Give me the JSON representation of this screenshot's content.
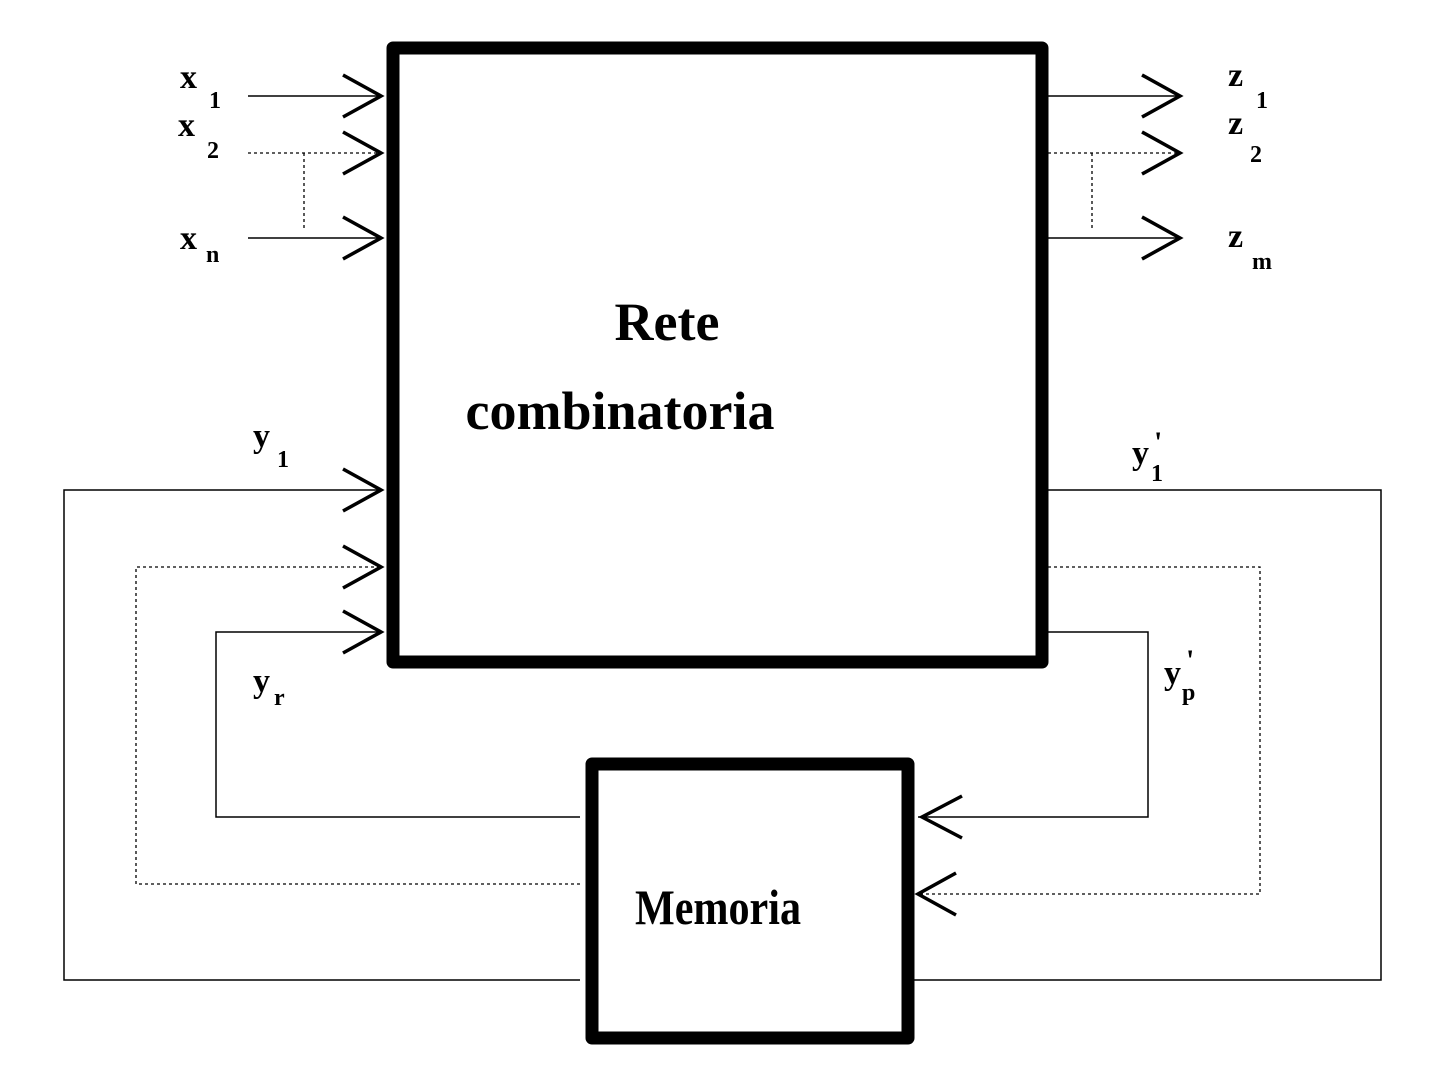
{
  "blocks": {
    "combinational": {
      "line1": "Rete",
      "line2": "combinatoria"
    },
    "memory": {
      "label": "Memoria"
    }
  },
  "inputs": {
    "x1": {
      "main": "x",
      "sub": "1"
    },
    "x2": {
      "main": "x",
      "sub": "2"
    },
    "xn": {
      "main": "x",
      "sub": "n"
    }
  },
  "outputs": {
    "z1": {
      "main": "z",
      "sub": "1"
    },
    "z2": {
      "main": "z",
      "sub": "2"
    },
    "zm": {
      "main": "z",
      "sub": "m"
    }
  },
  "state_in": {
    "y1": {
      "main": "y",
      "sub": "1"
    },
    "yr": {
      "main": "y",
      "sub": "r"
    }
  },
  "state_out": {
    "y1p": {
      "main": "y",
      "prime": "'",
      "sub": "1"
    },
    "ypp": {
      "main": "y",
      "prime": "'",
      "sub": "p"
    }
  }
}
